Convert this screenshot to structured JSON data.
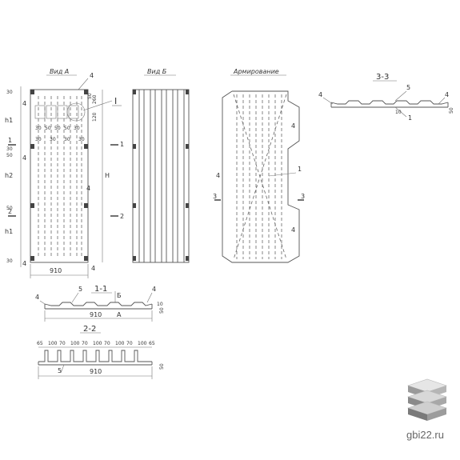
{
  "views": {
    "view_a": "Вид А",
    "view_b": "Вид Б",
    "reinforcement": "Армирование"
  },
  "sections": {
    "s11": "1-1",
    "s22": "2-2",
    "s33": "3-3"
  },
  "labels": {
    "pos1": "1",
    "pos2": "2",
    "pos3": "3",
    "pos4": "4",
    "pos5": "5",
    "mark_I": "I",
    "mark_A": "А",
    "mark_B": "Б",
    "dim_910": "910",
    "dim_H": "H",
    "dim_h1": "h1",
    "dim_h2": "h2",
    "dim_30": "30",
    "dim_50": "50",
    "dim_10": "10",
    "dim_65": "65",
    "dim_100": "100",
    "dim_70": "70",
    "dim_260": "260",
    "dim_120": "120"
  },
  "section22_dims": [
    "65",
    "100",
    "70",
    "100",
    "70",
    "100",
    "70",
    "100",
    "70",
    "100",
    "65"
  ],
  "watermark": "gbi22.ru"
}
